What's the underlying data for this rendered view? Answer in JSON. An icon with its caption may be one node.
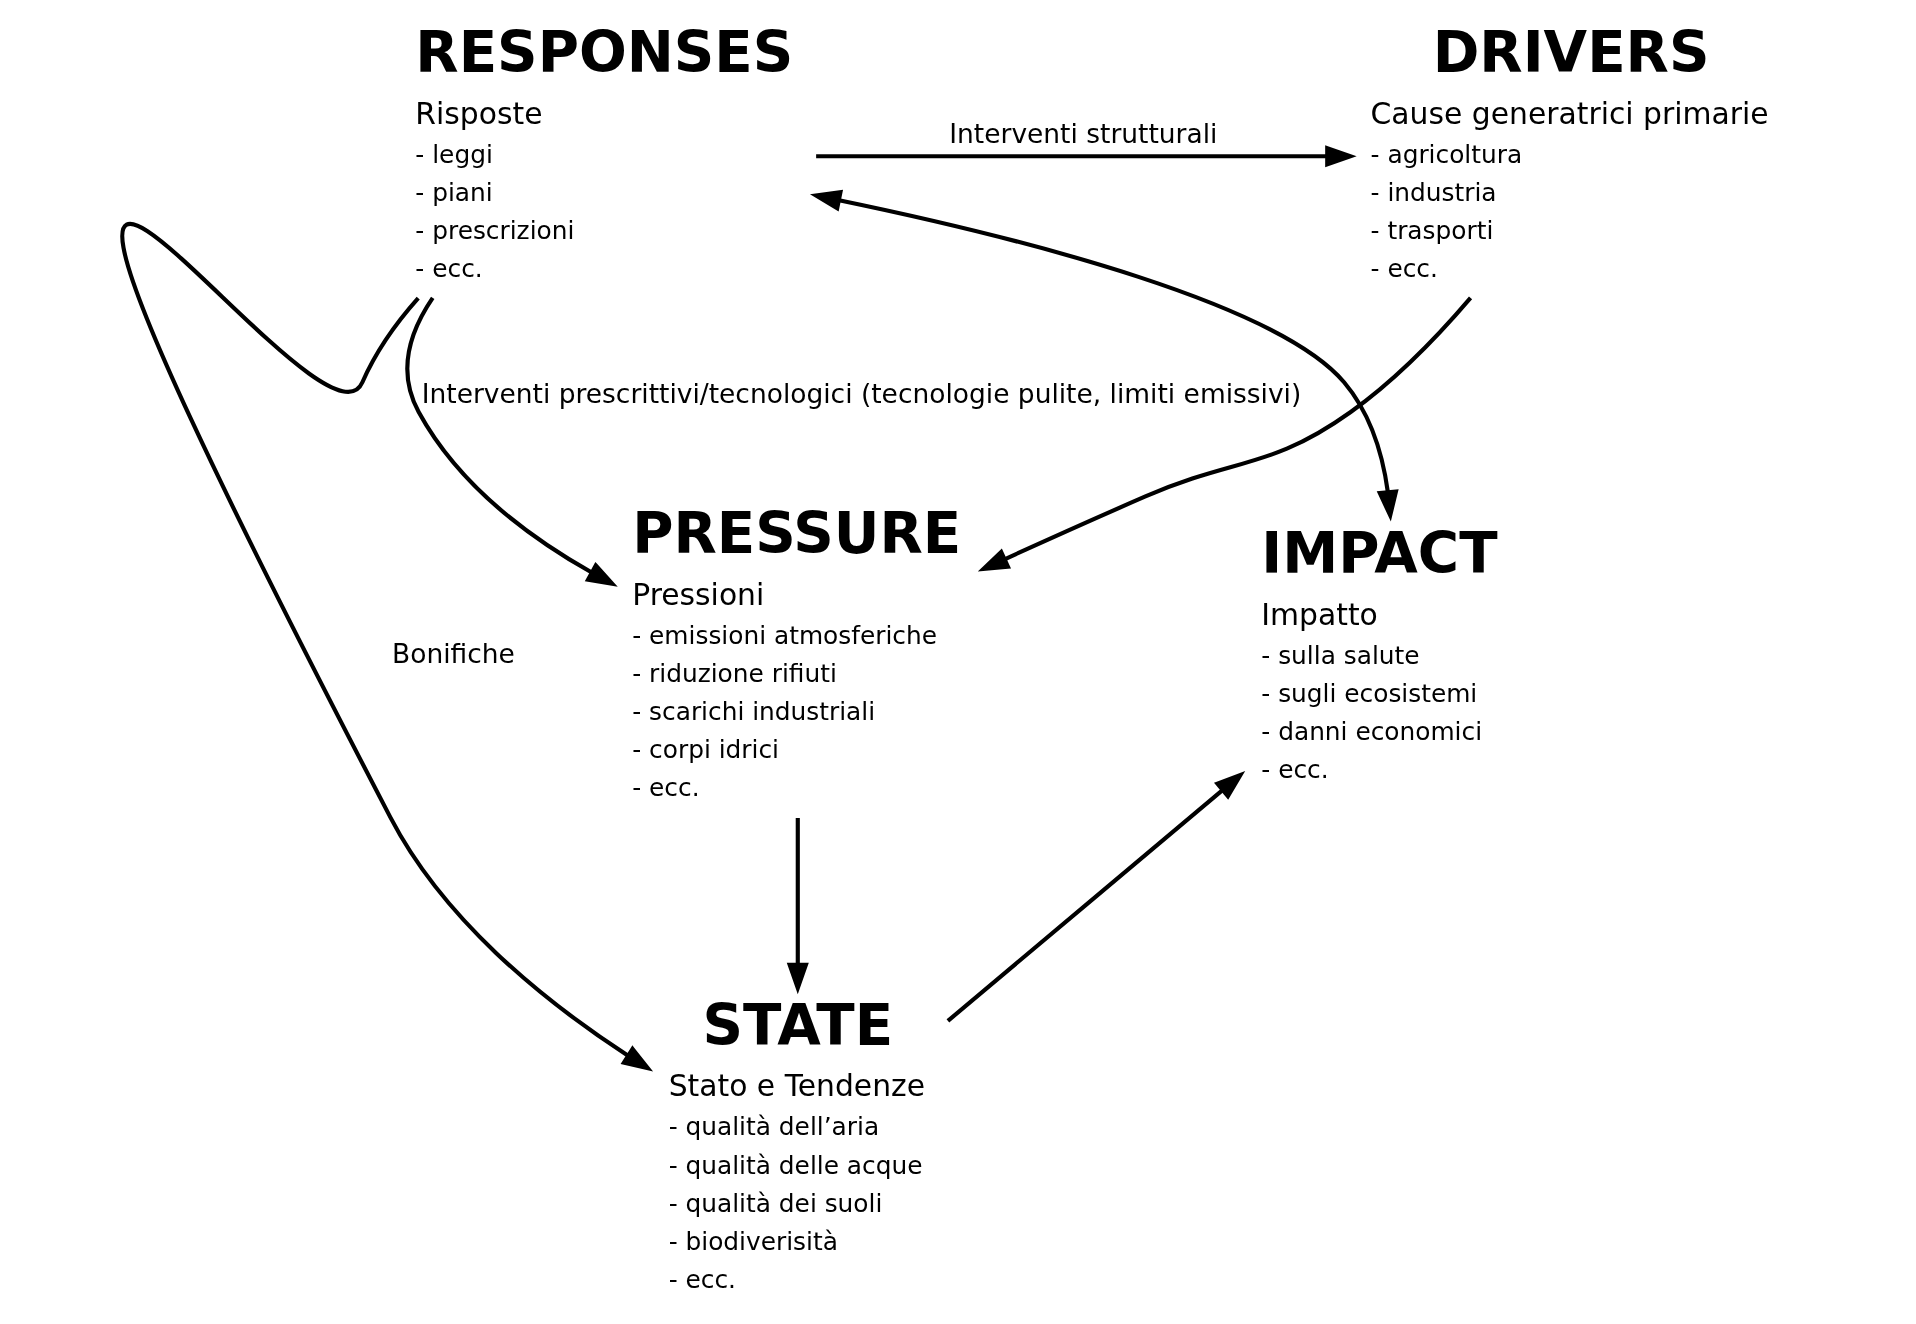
{
  "diagram": {
    "nodes": [
      {
        "text": [
          "DRIVERS"
        ],
        "beside": [
          "Cause generatrici primarie",
          "- agricoltura",
          "- industria",
          "- trasporti",
          "- ecc."
        ]
      },
      {
        "text": [
          "RESPONSES"
        ],
        "beside": [
          "Risposte",
          "- leggi",
          "- piani",
          "- prescrizioni",
          "- ecc."
        ]
      },
      {
        "text": [
          "PRESSURE"
        ],
        "beside": [
          "Pressioni",
          "- emissioni atmosferiche",
          "- riduzione rifiuti",
          "- scarichi industriali",
          "- corpi idrici",
          "- ecc."
        ]
      },
      {
        "text": [
          "IMPACT"
        ],
        "beside": [
          "Impatto",
          "- sulla salute",
          "- sugli ecosistemi",
          "- danni economici",
          "- ecc."
        ]
      },
      {
        "text": [
          "STATE"
        ],
        "beside": [
          "Stato e Tendenze",
          "- qualità dell’aria",
          "- qualità delle acque",
          "- qualità dei suoli",
          "- biodiverisità",
          "- ecc."
        ]
      }
    ],
    "edges": [
      {
        "from": 1,
        "to": 0,
        "arrow": "to",
        "label": "Interventi strutturali"
      },
      {
        "from": 0,
        "to": 2,
        "arrow": "to"
      },
      {
        "from": 1,
        "to": 2,
        "arrow": "to",
        "label": "Interventi prescrittivi/tecnologici (tecnologie pulite, limiti emissivi)"
      },
      {
        "from": 1,
        "to": 4,
        "arrow": "to",
        "label": "Bonifiche"
      },
      {
        "from": 1,
        "to": 3,
        "arrow": "both"
      },
      {
        "from": 2,
        "to": 4,
        "arrow": "to"
      },
      {
        "from": 4,
        "to": 3,
        "arrow": "to"
      }
    ]
  }
}
